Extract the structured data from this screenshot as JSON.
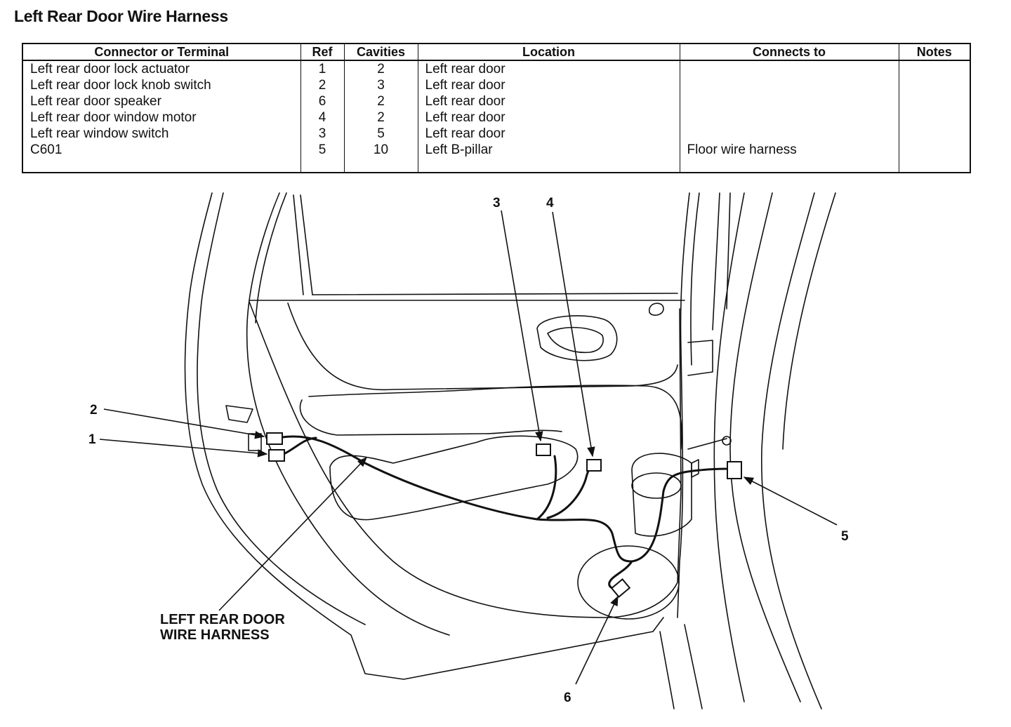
{
  "title": "Left Rear Door Wire Harness",
  "table": {
    "headers": [
      "Connector or Terminal",
      "Ref",
      "Cavities",
      "Location",
      "Connects to",
      "Notes"
    ],
    "rows": [
      [
        "Left rear door lock actuator",
        "1",
        "2",
        "Left rear door",
        "",
        ""
      ],
      [
        "Left rear door lock knob switch",
        "2",
        "3",
        "Left rear door",
        "",
        ""
      ],
      [
        "Left rear door speaker",
        "6",
        "2",
        "Left rear door",
        "",
        ""
      ],
      [
        "Left rear door window motor",
        "4",
        "2",
        "Left rear door",
        "",
        ""
      ],
      [
        "Left rear window switch",
        "3",
        "5",
        "Left rear door",
        "",
        ""
      ],
      [
        "C601",
        "5",
        "10",
        "Left B-pillar",
        "Floor wire harness",
        ""
      ]
    ]
  },
  "diagram": {
    "callouts": {
      "c1": "1",
      "c2": "2",
      "c3": "3",
      "c4": "4",
      "c5": "5",
      "c6": "6"
    },
    "harness_label": {
      "line1": "LEFT REAR DOOR",
      "line2": "WIRE HARNESS"
    }
  }
}
